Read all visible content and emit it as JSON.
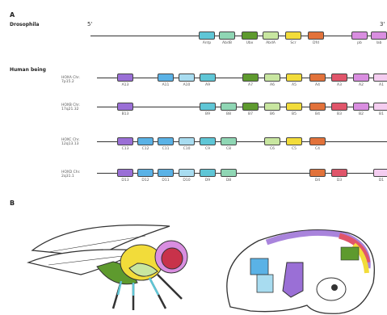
{
  "panel_a_label": "A",
  "panel_b_label": "B",
  "drosophila": {
    "title": "Drosophila",
    "end5": "5'",
    "end3": "3'",
    "genes": [
      {
        "label": "Antp",
        "color": "#5fc6d6"
      },
      {
        "label": "AbdB",
        "color": "#8fd6b4"
      },
      {
        "label": "Ubx",
        "color": "#5e9a2e"
      },
      {
        "label": "AbdA",
        "color": "#c8e6a0"
      },
      {
        "label": "Scr",
        "color": "#f2dc3a"
      },
      {
        "label": "Dfd",
        "color": "#e2723a"
      },
      {
        "label": "pb",
        "color": "#d98ee0"
      },
      {
        "label": "lab",
        "color": "#d98ee0"
      }
    ]
  },
  "human": {
    "title": "Human being",
    "rows": [
      {
        "cluster": "HOXA Chr. 7p15.2",
        "genes": [
          {
            "label": "A13",
            "color": "#9a6fd6"
          },
          {
            "label": "A11",
            "color": "#5ab2e6"
          },
          {
            "label": "A10",
            "color": "#a8dcf0"
          },
          {
            "label": "A9",
            "color": "#5fc6d6"
          },
          {
            "label": "A7",
            "color": "#5e9a2e"
          },
          {
            "label": "A6",
            "color": "#c8e6a0"
          },
          {
            "label": "A5",
            "color": "#f2dc3a"
          },
          {
            "label": "A4",
            "color": "#e2723a"
          },
          {
            "label": "A3",
            "color": "#e0556a"
          },
          {
            "label": "A2",
            "color": "#d98ee0"
          },
          {
            "label": "A1",
            "color": "#f4cdf0"
          }
        ]
      },
      {
        "cluster": "HOXB Chr. 17q21.32",
        "genes": [
          {
            "label": "B13",
            "color": "#9a6fd6"
          },
          {
            "label": "B9",
            "color": "#5fc6d6"
          },
          {
            "label": "B8",
            "color": "#8fd6b4"
          },
          {
            "label": "B7",
            "color": "#5e9a2e"
          },
          {
            "label": "B6",
            "color": "#c8e6a0"
          },
          {
            "label": "B5",
            "color": "#f2dc3a"
          },
          {
            "label": "B4",
            "color": "#e2723a"
          },
          {
            "label": "B3",
            "color": "#e0556a"
          },
          {
            "label": "B2",
            "color": "#d98ee0"
          },
          {
            "label": "B1",
            "color": "#f4cdf0"
          }
        ]
      },
      {
        "cluster": "HOXC Chr. 12q13.13",
        "genes": [
          {
            "label": "C13",
            "color": "#9a6fd6"
          },
          {
            "label": "C12",
            "color": "#5ab2e6"
          },
          {
            "label": "C11",
            "color": "#5ab2e6"
          },
          {
            "label": "C10",
            "color": "#a8dcf0"
          },
          {
            "label": "C9",
            "color": "#5fc6d6"
          },
          {
            "label": "C8",
            "color": "#8fd6b4"
          },
          {
            "label": "C6",
            "color": "#c8e6a0"
          },
          {
            "label": "C5",
            "color": "#f2dc3a"
          },
          {
            "label": "C4",
            "color": "#e2723a"
          }
        ]
      },
      {
        "cluster": "HOXD Chr. 2q31.1",
        "genes": [
          {
            "label": "D13",
            "color": "#9a6fd6"
          },
          {
            "label": "D12",
            "color": "#5ab2e6"
          },
          {
            "label": "D11",
            "color": "#5ab2e6"
          },
          {
            "label": "D10",
            "color": "#a8dcf0"
          },
          {
            "label": "D9",
            "color": "#5fc6d6"
          },
          {
            "label": "D8",
            "color": "#8fd6b4"
          },
          {
            "label": "D4",
            "color": "#e2723a"
          },
          {
            "label": "D3",
            "color": "#e0556a"
          },
          {
            "label": "D1",
            "color": "#f4cdf0"
          }
        ]
      }
    ]
  }
}
